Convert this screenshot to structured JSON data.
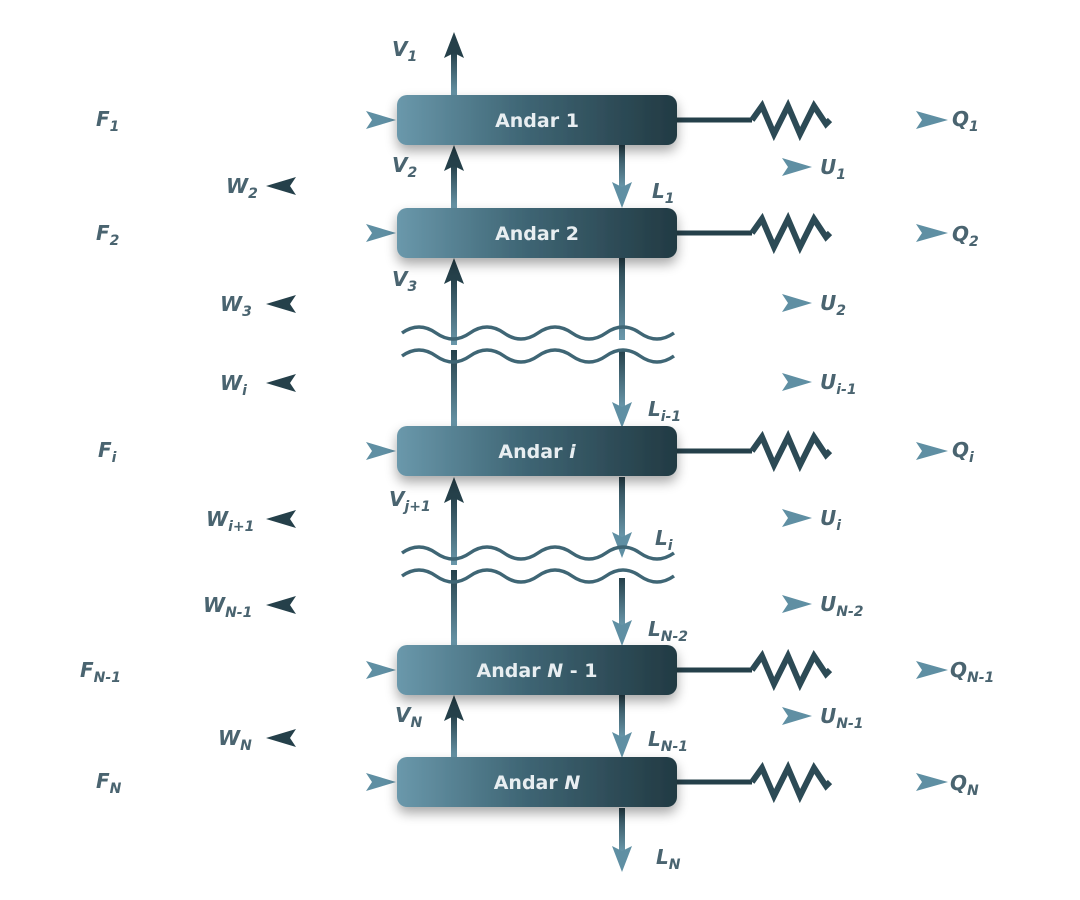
{
  "diagram": {
    "colors": {
      "dark": "#25404a",
      "light": "#5f8fa3",
      "label": "#4a6470",
      "stage_text": "#e8eef1"
    },
    "stages": [
      {
        "id": "s1",
        "prefix": "Andar ",
        "index": "1",
        "suffix": "",
        "index_italic": false
      },
      {
        "id": "s2",
        "prefix": "Andar ",
        "index": "2",
        "suffix": "",
        "index_italic": false
      },
      {
        "id": "si",
        "prefix": "Andar ",
        "index": "i",
        "suffix": "",
        "index_italic": true
      },
      {
        "id": "sn1",
        "prefix": "Andar ",
        "index": "N",
        "suffix": " - 1",
        "index_italic": true
      },
      {
        "id": "sn",
        "prefix": "Andar ",
        "index": "N",
        "suffix": "",
        "index_italic": true
      }
    ],
    "labels": {
      "V1": {
        "base": "V",
        "sub": "1"
      },
      "V2": {
        "base": "V",
        "sub": "2"
      },
      "V3": {
        "base": "V",
        "sub": "3"
      },
      "Vj1": {
        "base": "V",
        "sub": "j+1"
      },
      "VN": {
        "base": "V",
        "sub": "N"
      },
      "F1": {
        "base": "F",
        "sub": "1"
      },
      "F2": {
        "base": "F",
        "sub": "2"
      },
      "Fi": {
        "base": "F",
        "sub": "i"
      },
      "FN1": {
        "base": "F",
        "sub": "N-1"
      },
      "FN": {
        "base": "F",
        "sub": "N"
      },
      "W2": {
        "base": "W",
        "sub": "2"
      },
      "W3": {
        "base": "W",
        "sub": "3"
      },
      "Wi": {
        "base": "W",
        "sub": "i"
      },
      "Wi1": {
        "base": "W",
        "sub": "i+1"
      },
      "WN1": {
        "base": "W",
        "sub": "N-1"
      },
      "WN": {
        "base": "W",
        "sub": "N"
      },
      "Q1": {
        "base": "Q",
        "sub": "1"
      },
      "Q2": {
        "base": "Q",
        "sub": "2"
      },
      "Qi": {
        "base": "Q",
        "sub": "i"
      },
      "QN1": {
        "base": "Q",
        "sub": "N-1"
      },
      "QN": {
        "base": "Q",
        "sub": "N"
      },
      "U1": {
        "base": "U",
        "sub": "1"
      },
      "U2": {
        "base": "U",
        "sub": "2"
      },
      "Ui1": {
        "base": "U",
        "sub": "i-1"
      },
      "Ui": {
        "base": "U",
        "sub": "i"
      },
      "UN2": {
        "base": "U",
        "sub": "N-2"
      },
      "UN1": {
        "base": "U",
        "sub": "N-1"
      },
      "L1": {
        "base": "L",
        "sub": "1"
      },
      "Li1": {
        "base": "L",
        "sub": "i-1"
      },
      "Li": {
        "base": "L",
        "sub": "i"
      },
      "LN2": {
        "base": "L",
        "sub": "N-2"
      },
      "LN1": {
        "base": "L",
        "sub": "N-1"
      },
      "LN": {
        "base": "L",
        "sub": "N"
      }
    }
  }
}
